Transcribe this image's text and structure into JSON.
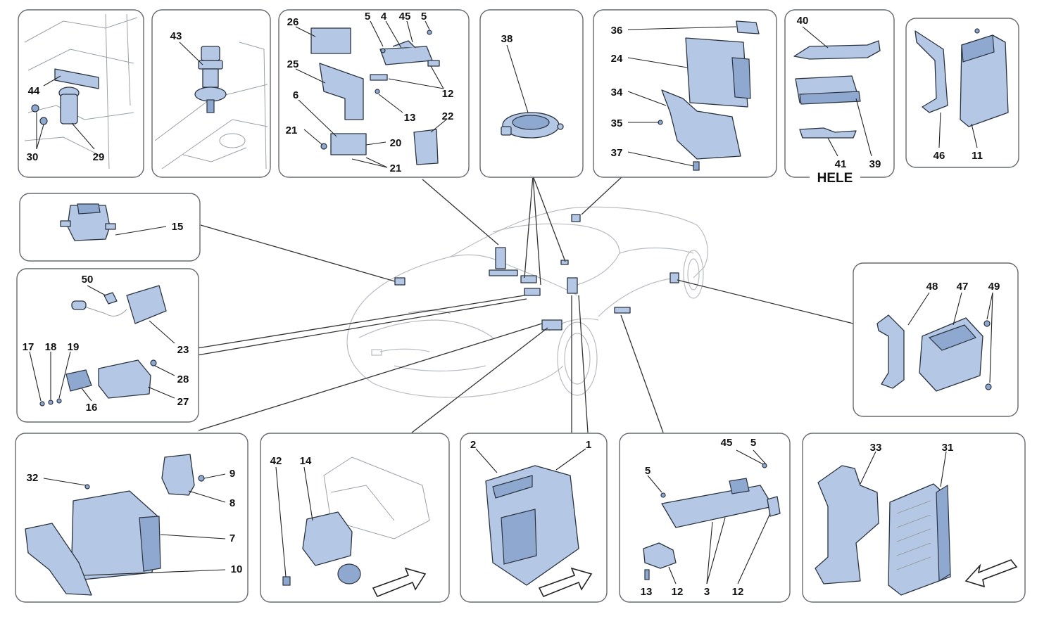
{
  "diagram": {
    "market_tag": "HELE",
    "colors": {
      "part_fill": "#b4c8e6",
      "part_outline": "#2a3340",
      "panel_border": "#666a70",
      "car_outline": "#b8bcc2"
    },
    "panel_labels": {
      "p1": [
        "44",
        "30",
        "29"
      ],
      "p2": [
        "43"
      ],
      "p3": [
        "26",
        "25",
        "6",
        "21",
        "5",
        "4",
        "45",
        "5",
        "12",
        "13",
        "22",
        "20",
        "21"
      ],
      "p4": [
        "38"
      ],
      "p5": [
        "36",
        "24",
        "34",
        "35",
        "37"
      ],
      "p6": [
        "40",
        "41",
        "39"
      ],
      "p7": [
        "46",
        "11"
      ],
      "p8": [
        "15"
      ],
      "p9": [
        "50",
        "23",
        "17",
        "18",
        "19",
        "28",
        "27",
        "16"
      ],
      "p10": [
        "48",
        "47",
        "49"
      ],
      "p11": [
        "32",
        "9",
        "8",
        "7",
        "10"
      ],
      "p12": [
        "42",
        "14"
      ],
      "p13": [
        "2",
        "1"
      ],
      "p14": [
        "45",
        "5",
        "5",
        "13",
        "12",
        "3",
        "12"
      ],
      "p15": [
        "33",
        "31"
      ]
    }
  }
}
